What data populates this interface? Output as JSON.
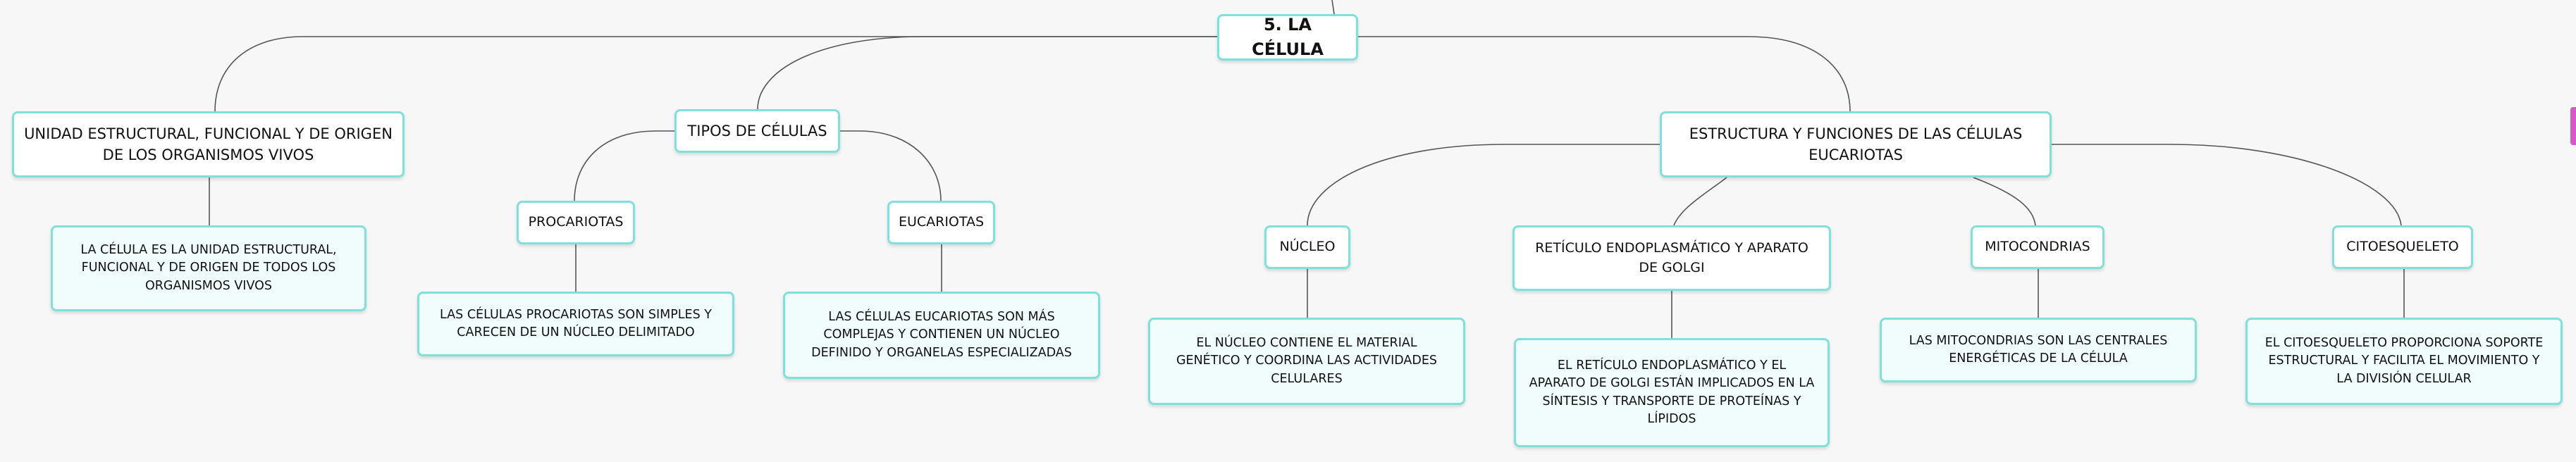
{
  "colors": {
    "border": "#7fe0dc",
    "node_fill": "#f1fcfc",
    "line": "#555555",
    "background": "#f7f7f7",
    "edge_tab": "#d957c8"
  },
  "mindmap": {
    "root": {
      "label": "5. LA CÉLULA"
    },
    "branches": [
      {
        "label": "UNIDAD ESTRUCTURAL, FUNCIONAL Y DE ORIGEN DE LOS ORGANISMOS VIVOS",
        "detail": "LA CÉLULA ES LA UNIDAD ESTRUCTURAL, FUNCIONAL Y DE ORIGEN DE TODOS LOS ORGANISMOS VIVOS"
      },
      {
        "label": "TIPOS DE CÉLULAS",
        "children": [
          {
            "label": "PROCARIOTAS",
            "detail": "LAS CÉLULAS PROCARIOTAS SON SIMPLES Y CARECEN DE UN NÚCLEO DELIMITADO"
          },
          {
            "label": "EUCARIOTAS",
            "detail": "LAS CÉLULAS EUCARIOTAS SON MÁS COMPLEJAS Y CONTIENEN UN NÚCLEO DEFINIDO Y ORGANELAS ESPECIALIZADAS"
          }
        ]
      },
      {
        "label": "ESTRUCTURA Y FUNCIONES DE LAS CÉLULAS EUCARIOTAS",
        "children": [
          {
            "label": "NÚCLEO",
            "detail": "EL NÚCLEO CONTIENE EL MATERIAL GENÉTICO Y COORDINA LAS ACTIVIDADES CELULARES"
          },
          {
            "label": "RETÍCULO ENDOPLASMÁTICO Y APARATO DE GOLGI",
            "detail": "EL RETÍCULO ENDOPLASMÁTICO Y EL APARATO DE GOLGI ESTÁN IMPLICADOS EN LA SÍNTESIS Y TRANSPORTE DE PROTEÍNAS Y LÍPIDOS"
          },
          {
            "label": "MITOCONDRIAS",
            "detail": "LAS MITOCONDRIAS SON LAS CENTRALES ENERGÉTICAS DE LA CÉLULA"
          },
          {
            "label": "CITOESQUELETO",
            "detail": "EL CITOESQUELETO PROPORCIONA SOPORTE ESTRUCTURAL Y FACILITA EL MOVIMIENTO Y LA DIVISIÓN CELULAR"
          }
        ]
      }
    ]
  }
}
